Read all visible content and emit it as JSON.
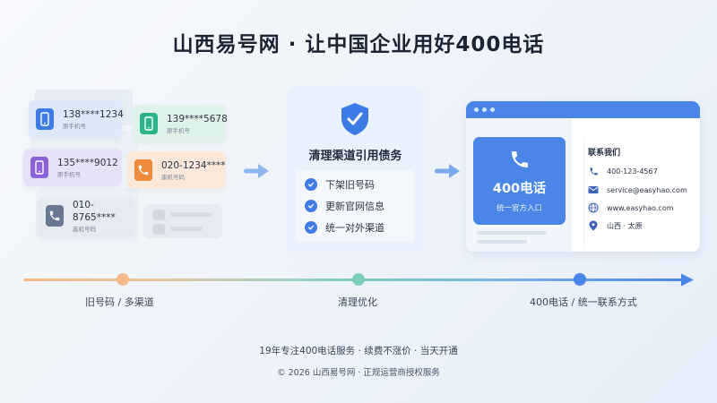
{
  "title": "山西易号网 · 让中国企业用好400电话",
  "cards": [
    {
      "number": "138****1234",
      "label": "原手机号",
      "icon": "mobile-phone-icon",
      "color": "#3d7be6"
    },
    {
      "number": "139****5678",
      "label": "原手机号",
      "icon": "mobile-phone-icon",
      "color": "#2db38a"
    },
    {
      "number": "135****9012",
      "label": "原手机号",
      "icon": "mobile-phone-icon",
      "color": "#8a63d8"
    },
    {
      "number": "020-1234****",
      "label": "座机号码",
      "icon": "handset-icon",
      "color": "#ee8a3c"
    },
    {
      "number": "010-8765****",
      "label": "座机号码",
      "icon": "handset-icon",
      "color": "#6b7891"
    }
  ],
  "middle": {
    "title": "清理渠道引用债务",
    "items": [
      "下架旧号码",
      "更新官网信息",
      "统一对外渠道"
    ]
  },
  "window": {
    "hero_main": "400电话",
    "hero_sub": "统一官方入口",
    "contact_title": "联系我们",
    "contacts": [
      {
        "icon": "phone-icon",
        "text": "400-123-4567"
      },
      {
        "icon": "mail-icon",
        "text": "service@easyhao.com"
      },
      {
        "icon": "globe-icon",
        "text": "www.easyhao.com"
      },
      {
        "icon": "location-pin-icon",
        "text": "山西 · 太原"
      }
    ]
  },
  "timeline": [
    {
      "label": "旧号码 / 多渠道",
      "color": "#f2b98c"
    },
    {
      "label": "清理优化",
      "color": "#7ccdbf"
    },
    {
      "label": "400电话 / 统一联系方式",
      "color": "#4a86e8"
    }
  ],
  "footer": {
    "line1": "19年专注400电话服务 · 续费不涨价 · 当天开通",
    "line2": "© 2026 山西易号网 · 正规运营商授权服务"
  },
  "colors": {
    "accent": "#4a86e8",
    "check": "#3d7be6",
    "shield": "#3d7be6"
  }
}
